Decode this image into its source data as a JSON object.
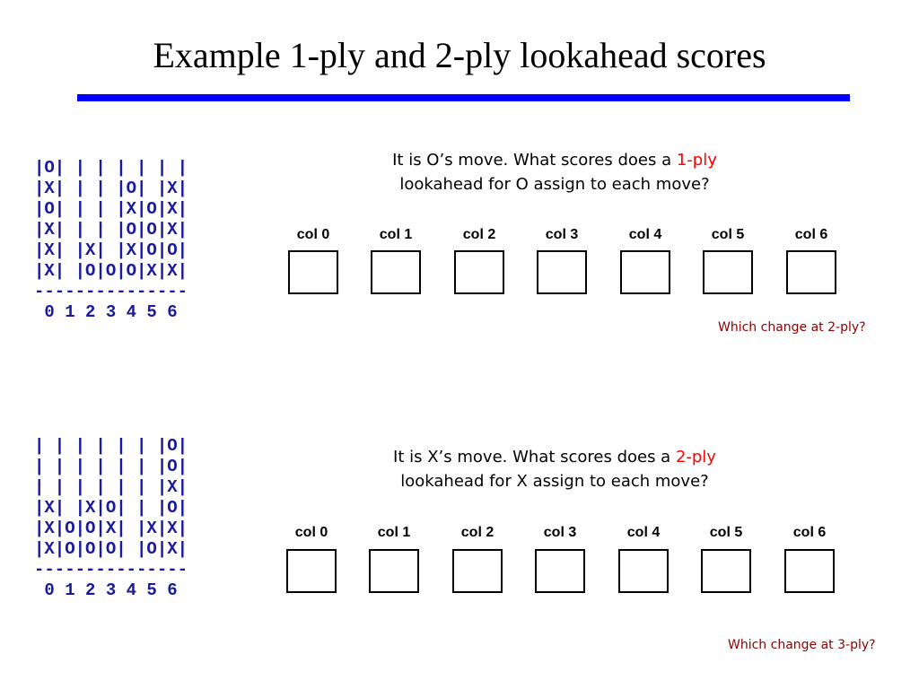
{
  "slide": {
    "title": "Example 1-ply and 2-ply lookahead scores",
    "title_rule_color": "#0000ff"
  },
  "examples": [
    {
      "board": {
        "rows": [
          "|O| | | | | | |",
          "|X| | | |O| |X|",
          "|O| | | |X|O|X|",
          "|X| | | |O|O|X|",
          "|X| |X| |X|O|O|",
          "|X| |O|O|O|X|X|"
        ],
        "separator": "---------------",
        "column_numbers": " 0 1 2 3 4 5 6"
      },
      "question": {
        "line1_before": "It is O’s move. What scores does a ",
        "ply": "1-ply",
        "line2": "lookahead for O assign to each move?"
      },
      "columns": [
        "col 0",
        "col 1",
        "col 2",
        "col 3",
        "col 4",
        "col 5",
        "col 6"
      ],
      "scores": [
        "",
        "",
        "",
        "",
        "",
        "",
        ""
      ],
      "followup": "Which change at 2-ply?"
    },
    {
      "board": {
        "rows": [
          "| | | | | | |O|",
          "| | | | | | |O|",
          "| | | | | | |X|",
          "|X| |X|O| | |O|",
          "|X|O|O|X| |X|X|",
          "|X|O|O|O| |O|X|"
        ],
        "separator": "---------------",
        "column_numbers": " 0 1 2 3 4 5 6"
      },
      "question": {
        "line1_before": "It is X’s move. What scores does a ",
        "ply": "2-ply",
        "line2": "lookahead for X assign to each move?"
      },
      "columns": [
        "col 0",
        "col 1",
        "col 2",
        "col 3",
        "col 4",
        "col 5",
        "col 6"
      ],
      "scores": [
        "",
        "",
        "",
        "",
        "",
        "",
        ""
      ],
      "followup": "Which change at 3-ply?"
    }
  ],
  "colors": {
    "board_text": "#1a1aa0",
    "ply_highlight": "#ff0000",
    "followup_text": "#8b0000"
  }
}
